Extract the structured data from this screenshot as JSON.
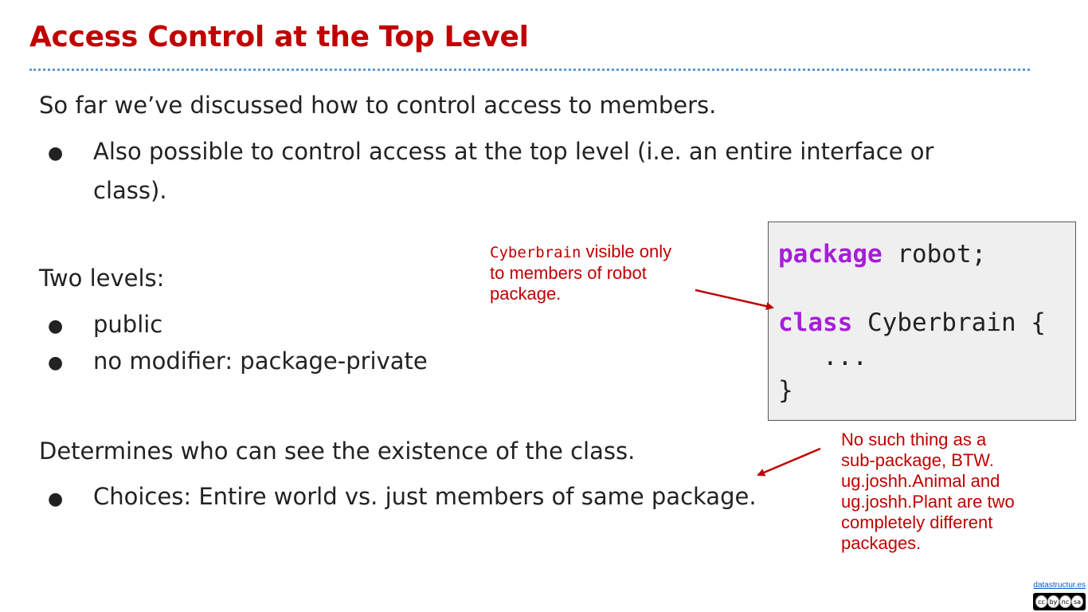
{
  "slide": {
    "title": "Access Control at the Top Level",
    "intro": "So far we’ve discussed how to control access to members.",
    "intro_bullet_line1": "Also possible to control access at the top level (i.e. an entire interface or",
    "intro_bullet_line2": "class).",
    "levels_heading": "Two levels:",
    "levels": [
      "public",
      "no modifier: package-private"
    ],
    "determines": "Determines who can see the existence of the class.",
    "choices": "Choices: Entire world vs. just members of same package.",
    "bullet_glyph": "●"
  },
  "code": {
    "line1_kw": "package",
    "line1_rest": " robot;",
    "line2_kw": "class",
    "line2_rest": " Cyberbrain {",
    "line3": "   ...",
    "line4": "}"
  },
  "annotations": {
    "visibility_code": "Cyberbrain",
    "visibility_line1": " visible only",
    "visibility_line2": "to members of robot",
    "visibility_line3": "package.",
    "subpackage_lines": [
      "No such thing as a",
      "sub-package, BTW.",
      "ug.joshh.Animal and",
      "ug.joshh.Plant are two",
      "completely different",
      "packages."
    ]
  },
  "footer": {
    "link": "datastructur.es",
    "license_icons": [
      "cc",
      "by",
      "nc",
      "sa"
    ]
  },
  "colors": {
    "title": "#c00000",
    "annotation": "#c00000",
    "keyword": "#a61ed8",
    "rule": "#5b9bd5"
  }
}
